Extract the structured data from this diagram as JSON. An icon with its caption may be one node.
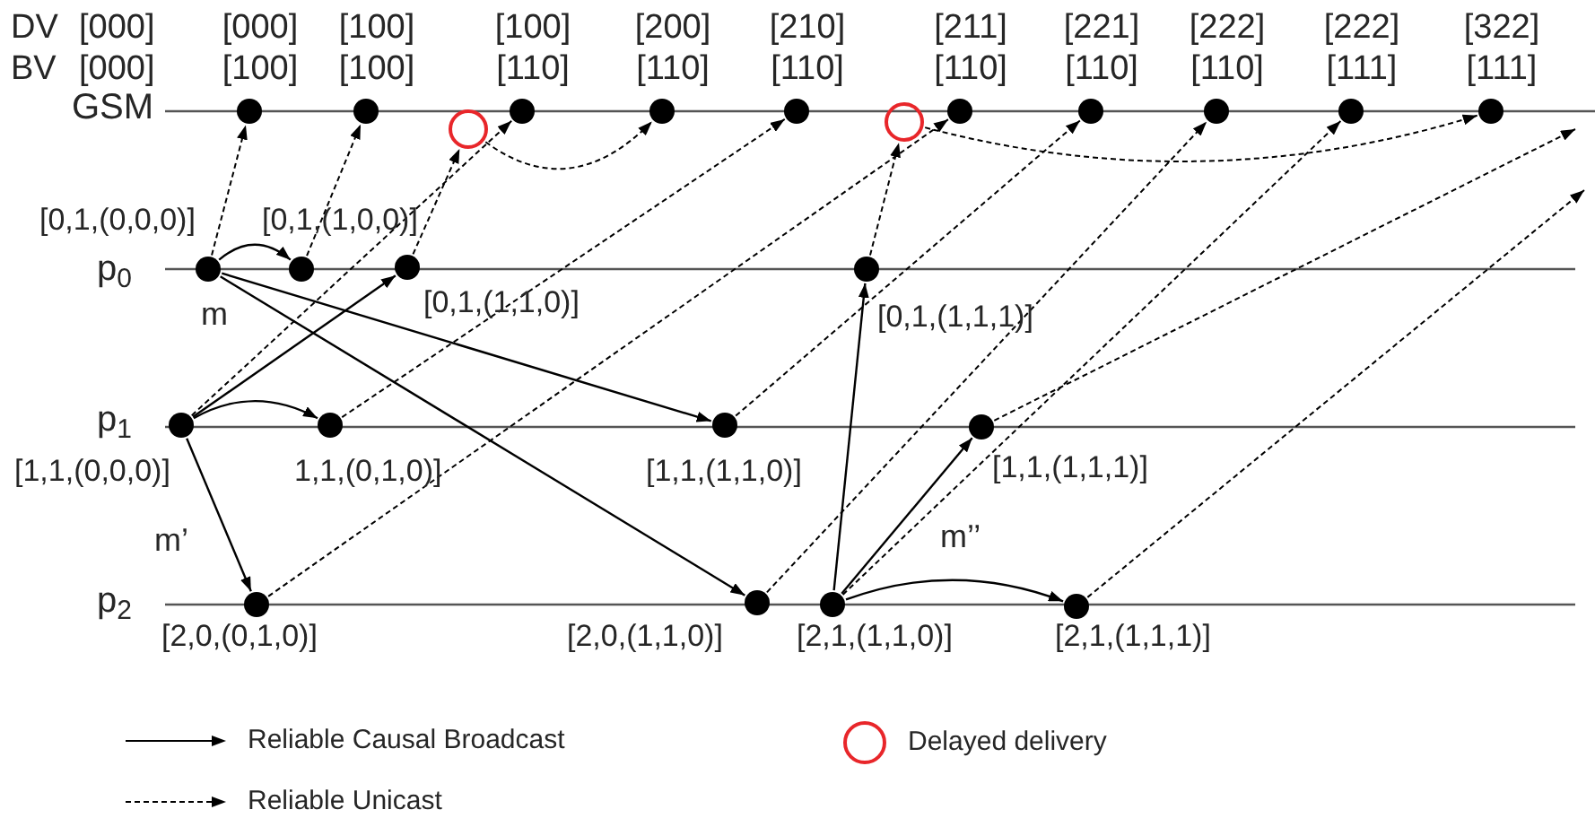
{
  "diagram": {
    "nodes": [
      {
        "text": [],
        "shape": "dot",
        "beside": [
          "[000]",
          "[100]"
        ]
      },
      {
        "text": [],
        "shape": "dot",
        "beside": [
          "[100]",
          "[100]"
        ]
      },
      {
        "text": [],
        "shape": "ring"
      },
      {
        "text": [],
        "shape": "dot",
        "beside": [
          "[100]",
          "[110]"
        ]
      },
      {
        "text": [],
        "shape": "dot",
        "beside": [
          "[200]",
          "[110]"
        ]
      },
      {
        "text": [],
        "shape": "dot",
        "beside": [
          "[210]",
          "[110]"
        ]
      },
      {
        "text": [],
        "shape": "ring"
      },
      {
        "text": [],
        "shape": "dot",
        "beside": [
          "[211]",
          "[110]"
        ]
      },
      {
        "text": [],
        "shape": "dot",
        "beside": [
          "[221]",
          "[110]"
        ]
      },
      {
        "text": [],
        "shape": "dot",
        "beside": [
          "[222]",
          "[110]"
        ]
      },
      {
        "text": [],
        "shape": "dot",
        "beside": [
          "[222]",
          "[111]"
        ]
      },
      {
        "text": [],
        "shape": "dot",
        "beside": [
          "[322]",
          "[111]"
        ]
      },
      {
        "text": [],
        "shape": "dot",
        "beside": [
          "[0,1,(0,0,0)]"
        ]
      },
      {
        "text": [],
        "shape": "dot",
        "beside": [
          "[0,1,(1,0,0)]"
        ]
      },
      {
        "text": [],
        "shape": "dot",
        "beside": [
          "[0,1,(1,1,0)]"
        ]
      },
      {
        "text": [],
        "shape": "dot",
        "beside": [
          "[0,1,(1,1,1)]"
        ]
      },
      {
        "text": [],
        "shape": "dot",
        "beside": [
          "[1,1,(0,0,0)]"
        ]
      },
      {
        "text": [],
        "shape": "dot",
        "beside": [
          "1,1,(0,1,0)]"
        ]
      },
      {
        "text": [],
        "shape": "dot",
        "beside": [
          "[1,1,(1,1,0)]"
        ]
      },
      {
        "text": [],
        "shape": "dot",
        "beside": [
          "[1,1,(1,1,1)]"
        ]
      },
      {
        "text": [],
        "shape": "dot",
        "beside": [
          "[2,0,(0,1,0)]"
        ]
      },
      {
        "text": [],
        "shape": "dot",
        "beside": [
          "[2,0,(1,1,0)]"
        ]
      },
      {
        "text": [],
        "shape": "dot",
        "beside": [
          "[2,1,(1,1,0)]"
        ]
      },
      {
        "text": [],
        "shape": "dot",
        "beside": [
          "[2,1,(1,1,1)]"
        ]
      }
    ],
    "edges": [
      {
        "from": 12,
        "to": 13,
        "arrow": "to"
      },
      {
        "from": 12,
        "to": 18,
        "arrow": "to"
      },
      {
        "from": 12,
        "to": 21,
        "arrow": "to"
      },
      {
        "from": 16,
        "to": 17,
        "arrow": "to"
      },
      {
        "from": 16,
        "to": 14,
        "arrow": "to"
      },
      {
        "from": 16,
        "to": 20,
        "arrow": "to",
        "label": "m’"
      },
      {
        "from": 22,
        "to": 15,
        "arrow": "to"
      },
      {
        "from": 22,
        "to": 19,
        "arrow": "to"
      },
      {
        "from": 22,
        "to": 23,
        "arrow": "to",
        "label": "m’’"
      },
      {
        "from": 12,
        "to": 0,
        "arrow": "to",
        "style": "dashed"
      },
      {
        "from": 13,
        "to": 1,
        "arrow": "to",
        "style": "dashed"
      },
      {
        "from": 14,
        "to": 2,
        "arrow": "to",
        "style": "dashed"
      },
      {
        "from": 16,
        "to": 3,
        "arrow": "to",
        "style": "dashed"
      },
      {
        "from": 2,
        "to": 4,
        "arrow": "to",
        "style": "dashed"
      },
      {
        "from": 17,
        "to": 5,
        "arrow": "to",
        "style": "dashed"
      },
      {
        "from": 20,
        "to": 7,
        "arrow": "to",
        "style": "dashed"
      },
      {
        "from": 18,
        "to": 8,
        "arrow": "to",
        "style": "dashed"
      },
      {
        "from": 21,
        "to": 9,
        "arrow": "to",
        "style": "dashed"
      },
      {
        "from": 15,
        "to": 6,
        "arrow": "to",
        "style": "dashed"
      },
      {
        "from": 22,
        "to": 10,
        "arrow": "to",
        "style": "dashed"
      },
      {
        "from": 6,
        "to": 11,
        "arrow": "to",
        "style": "dashed"
      },
      {
        "from": 19,
        "to": null,
        "arrow": "to",
        "style": "dashed"
      },
      {
        "from": 23,
        "to": null,
        "arrow": "to",
        "style": "dashed"
      }
    ],
    "labels": [
      "DV",
      "[000]",
      "BV",
      "[000]",
      "GSM",
      "p$_{0}$",
      "m",
      "p$_{1}$",
      "p$_{2}$"
    ],
    "legend": [
      {
        "text": "Reliable Causal Broadcast"
      },
      {
        "text": "Reliable Unicast"
      },
      {
        "text": "Delayed delivery"
      }
    ]
  }
}
